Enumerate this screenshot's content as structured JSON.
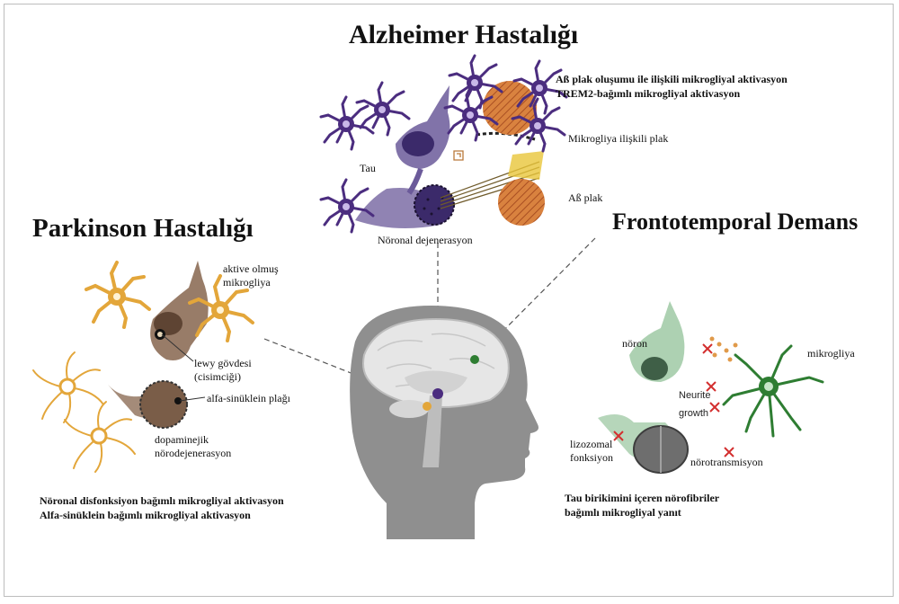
{
  "titles": {
    "alzheimer": "Alzheimer Hastalığı",
    "parkinson": "Parkinson Hastalığı",
    "ftd": "Frontotemporal Demans"
  },
  "alzheimer": {
    "desc_line1": "Aß plak oluşumu ile ilişkili mikrogliyal aktivasyon",
    "desc_line2": "TREM2-bağımlı mikrogliyal aktivasyon",
    "label_plaque_microglia": "Mikrogliya ilişkili plak",
    "label_abeta": "Aß plak",
    "label_tau": "Tau",
    "label_neuronal": "Nöronal dejenerasyon"
  },
  "parkinson": {
    "label_microglia_line1": "aktive olmuş",
    "label_microglia_line2": "mikrogliya",
    "label_lewy_line1": "lewy gövdesi",
    "label_lewy_line2": "(cisimciği)",
    "label_alpha": "alfa-sinüklein plağı",
    "label_dopa_line1": "dopaminejik",
    "label_dopa_line2": "nörodejenerasyon",
    "desc_line1": "Nöronal disfonksiyon bağımlı mikrogliyal aktivasyon",
    "desc_line2": "Alfa-sinüklein bağımlı mikrogliyal aktivasyon"
  },
  "ftd": {
    "label_neuron": "nöron",
    "label_microglia": "mikrogliya",
    "label_neurite_line1": "Neurite",
    "label_neurite_line2": "growth",
    "label_lyso_line1": "lizozomal",
    "label_lyso_line2": "fonksiyon",
    "label_neurotrans": "nörotransmisyon",
    "desc_line1": "Tau birikimini içeren nörofibriler",
    "desc_line2": "bağımlı mikrogliyal yanıt"
  },
  "colors": {
    "alzheimer_purple": "#4b2d7f",
    "parkinson_gold": "#e3a63a",
    "parkinson_brown": "#8d6e58",
    "ftd_green": "#2e7d32",
    "ftd_light_green": "#a9cfae",
    "plaque_orange": "#c9703a",
    "head_gray": "#8f8f8f",
    "cross_red": "#d32f2f"
  },
  "icons": [
    "head-icon",
    "brain-icon",
    "microglia-icon",
    "neuron-icon",
    "plaque-icon",
    "cross-icon"
  ]
}
